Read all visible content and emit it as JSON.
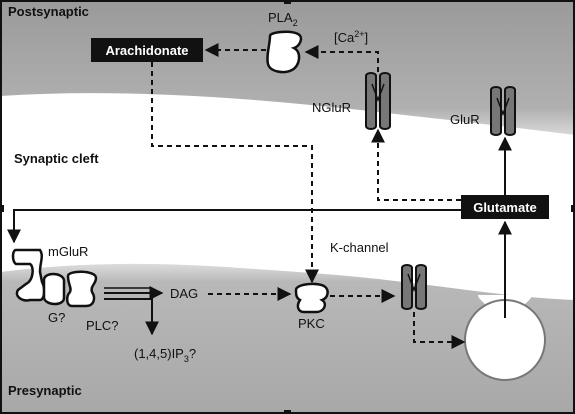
{
  "regions": {
    "postsynaptic": "Postsynaptic",
    "synaptic_cleft": "Synaptic cleft",
    "presynaptic": "Presynaptic"
  },
  "boxes": {
    "arachidonate": "Arachidonate",
    "glutamate": "Glutamate"
  },
  "labels": {
    "pla_main": "PLA",
    "pla_sub": "2",
    "ca_open": "[Ca",
    "ca_sup": "2+",
    "ca_close": "]",
    "ngluR": "NGluR",
    "gluR": "GluR",
    "mgluR": "mGluR",
    "k_channel": "K-channel",
    "g": "G?",
    "plc": "PLC?",
    "dag": "DAG",
    "pkc": "PKC",
    "ip3_main": "(1,4,5)IP",
    "ip3_sub": "3",
    "ip3_q": "?"
  },
  "colors": {
    "postsynaptic_fill": "#a9a9a9",
    "presynaptic_fill": "#b9b9b9",
    "box_fill": "#111111",
    "line": "#111111"
  }
}
